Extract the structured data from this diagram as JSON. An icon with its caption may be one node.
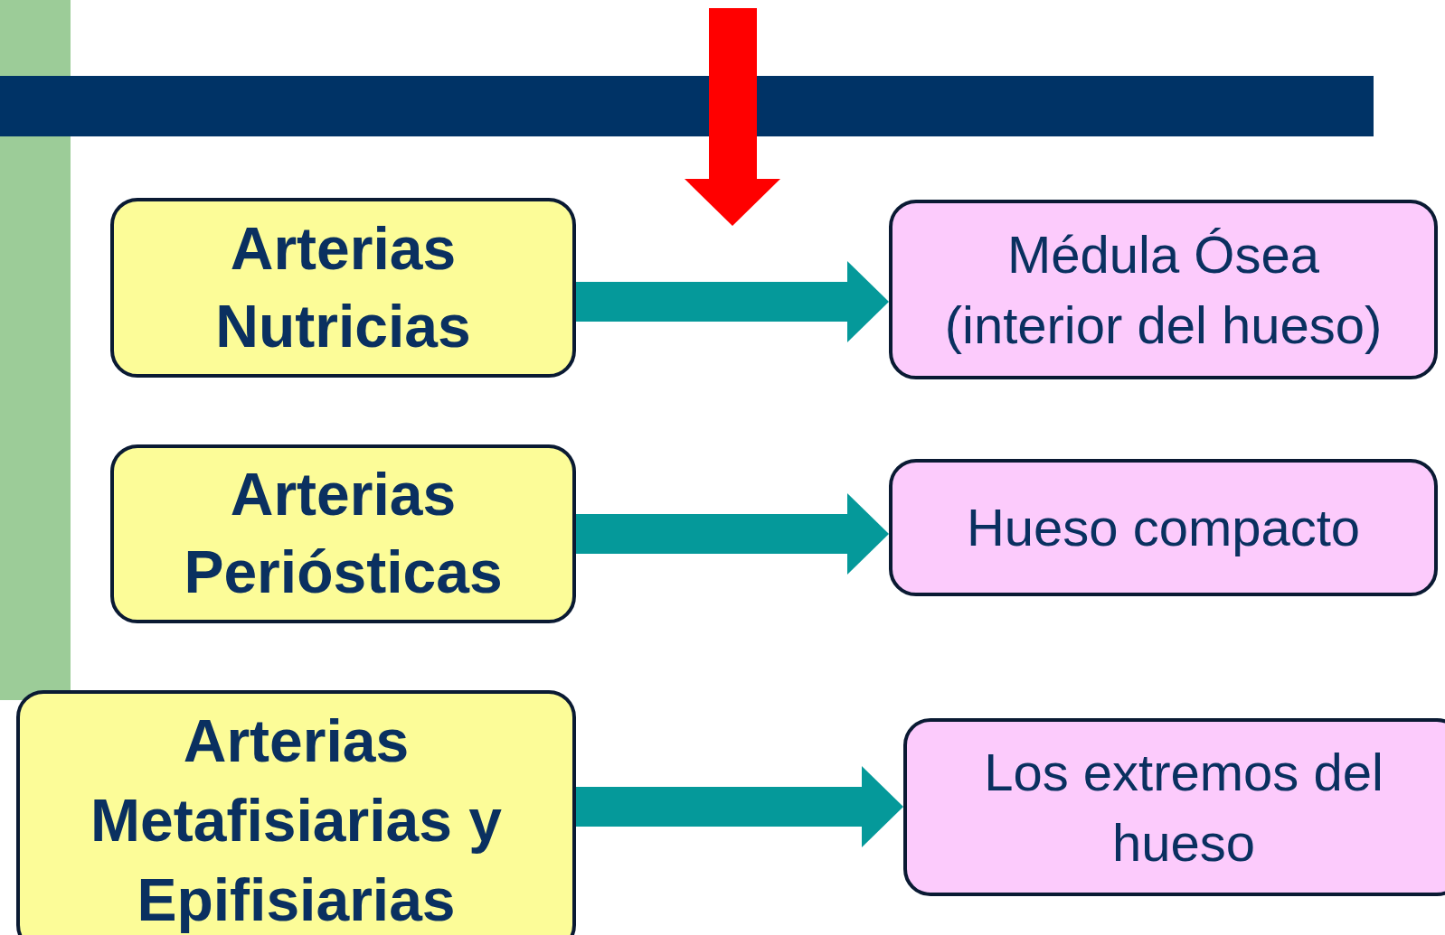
{
  "diagram": {
    "nodes": [
      {
        "text": [
          "Arterias Nutricias"
        ]
      },
      {
        "text": [
          "Médula Ósea (interior del hueso)"
        ]
      },
      {
        "text": [
          "Arterias Periósticas"
        ]
      },
      {
        "text": [
          "Hueso compacto"
        ]
      },
      {
        "text": [
          "Arterias Metafisiarias y Epifisiarias"
        ]
      },
      {
        "text": [
          "Los extremos del hueso"
        ]
      }
    ],
    "edges": [
      {
        "from": 0,
        "to": 1,
        "arrow": "to"
      },
      {
        "from": 2,
        "to": 3,
        "arrow": "to"
      },
      {
        "from": 4,
        "to": 5,
        "arrow": "to"
      }
    ]
  }
}
